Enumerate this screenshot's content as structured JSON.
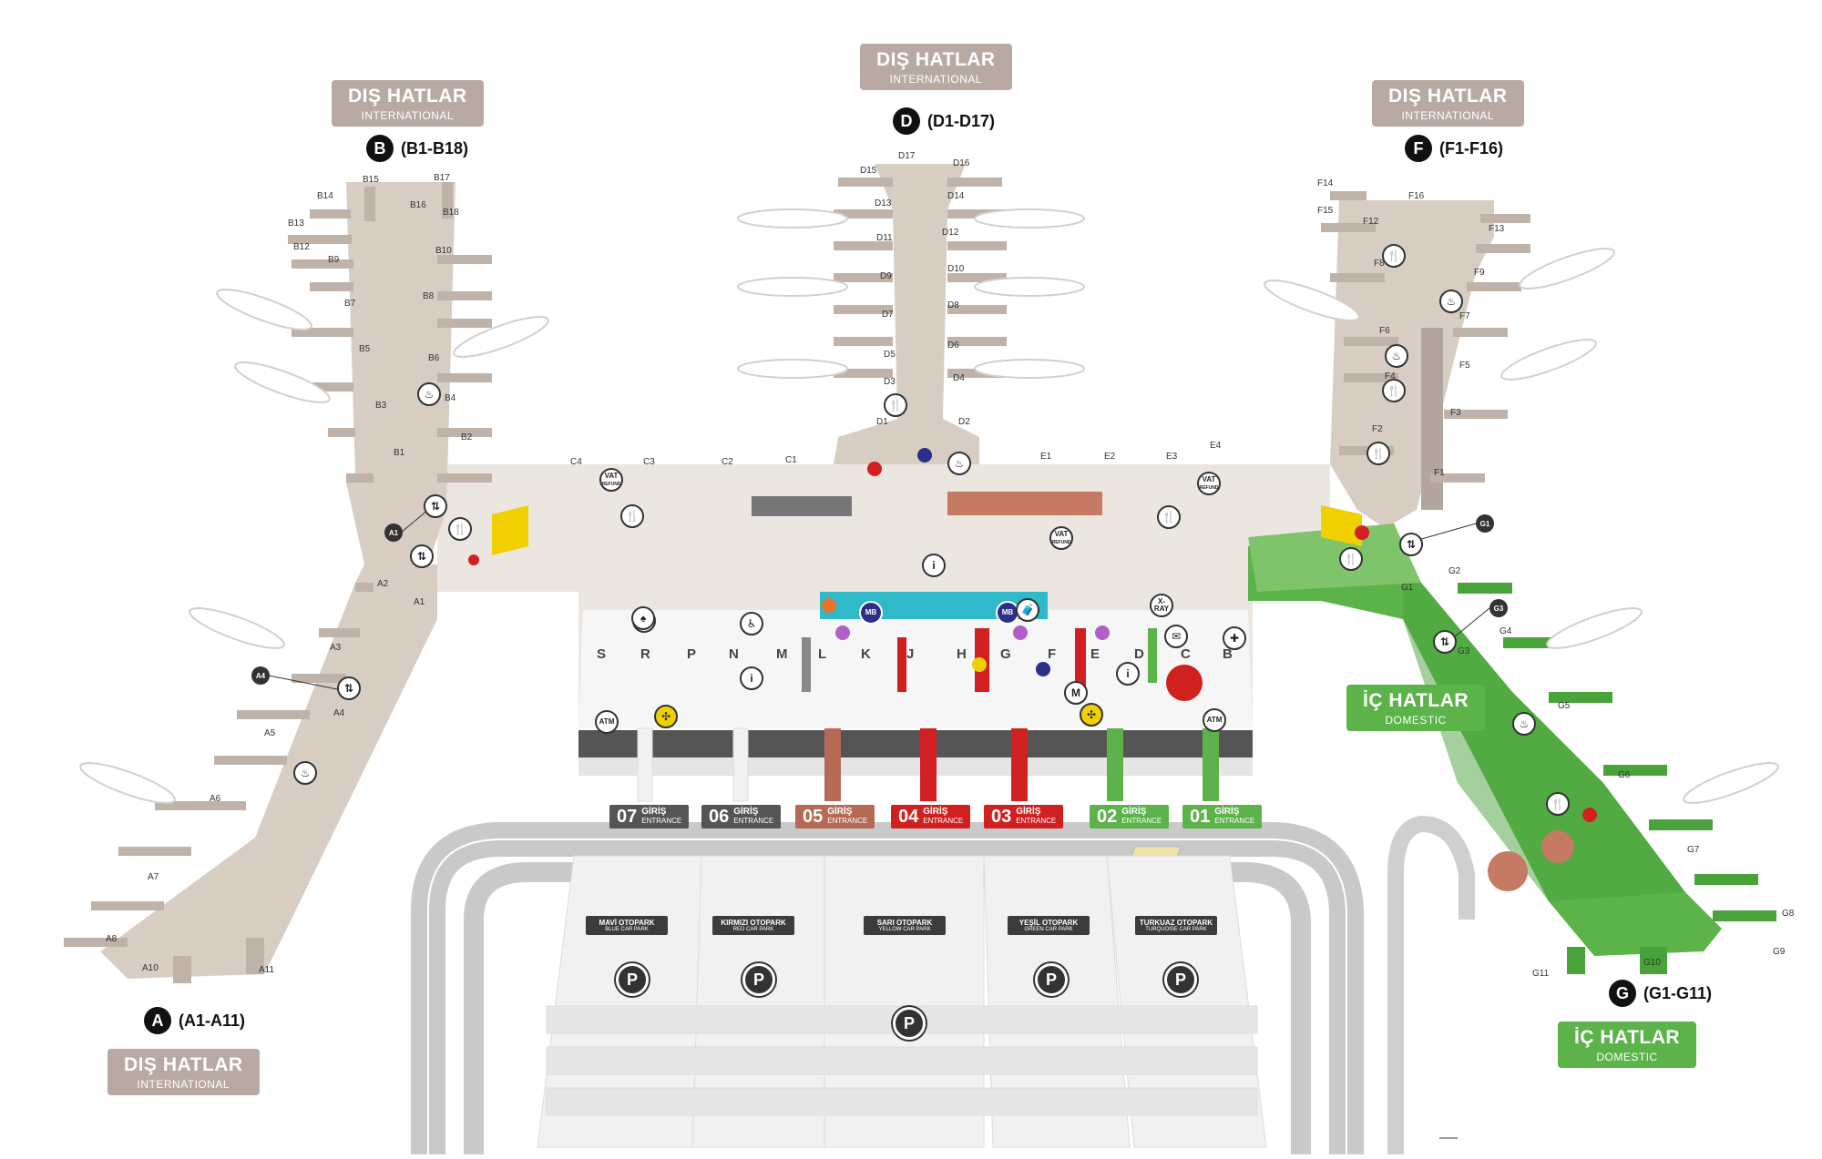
{
  "regions": {
    "intl_b": {
      "title": "DIŞ HATLAR",
      "subtitle": "INTERNATIONAL"
    },
    "intl_d": {
      "title": "DIŞ HATLAR",
      "subtitle": "INTERNATIONAL"
    },
    "intl_f": {
      "title": "DIŞ HATLAR",
      "subtitle": "INTERNATIONAL"
    },
    "intl_a": {
      "title": "DIŞ HATLAR",
      "subtitle": "INTERNATIONAL"
    },
    "dom_g": {
      "title": "İÇ HATLAR",
      "subtitle": "DOMESTIC"
    },
    "dom_mid": {
      "title": "İÇ HATLAR",
      "subtitle": "DOMESTIC"
    }
  },
  "piers": {
    "a": {
      "letter": "A",
      "range": "(A1-A11)"
    },
    "b": {
      "letter": "B",
      "range": "(B1-B18)"
    },
    "d": {
      "letter": "D",
      "range": "(D1-D17)"
    },
    "f": {
      "letter": "F",
      "range": "(F1-F16)"
    },
    "g": {
      "letter": "G",
      "range": "(G1-G11)"
    }
  },
  "gates": {
    "b": [
      "B15",
      "B17",
      "B14",
      "B16",
      "B18",
      "B13",
      "B12",
      "B10",
      "B9",
      "B8",
      "B7",
      "B6",
      "B5",
      "B4",
      "B3",
      "B2",
      "B1"
    ],
    "d": [
      "D17",
      "D15",
      "D16",
      "D13",
      "D14",
      "D11",
      "D12",
      "D9",
      "D10",
      "D7",
      "D8",
      "D5",
      "D6",
      "D3",
      "D4",
      "D1",
      "D2"
    ],
    "f": [
      "F14",
      "F16",
      "F15",
      "F12",
      "F13",
      "F8",
      "F9",
      "F7",
      "F6",
      "F5",
      "F4",
      "F3",
      "F2",
      "F1"
    ],
    "a": [
      "A1",
      "A2",
      "A3",
      "A4",
      "A5",
      "A6",
      "A7",
      "A8",
      "A10",
      "A11"
    ],
    "g": [
      "G1",
      "G2",
      "G3",
      "G4",
      "G5",
      "G6",
      "G7",
      "G8",
      "G9",
      "G10",
      "G11"
    ],
    "c": [
      "C4",
      "C3",
      "C2",
      "C1"
    ],
    "e": [
      "E1",
      "E2",
      "E3",
      "E4"
    ]
  },
  "gate_markers": {
    "a1": "A1",
    "a4": "A4",
    "g1": "G1",
    "g3": "G3"
  },
  "counters": [
    "S",
    "R",
    "P",
    "N",
    "M",
    "L",
    "K",
    "J",
    "H",
    "G",
    "F",
    "E",
    "D",
    "C",
    "B"
  ],
  "entrances": [
    {
      "num": "07",
      "giris": "GİRİŞ",
      "entrance": "ENTRANCE",
      "color": "#555555"
    },
    {
      "num": "06",
      "giris": "GİRİŞ",
      "entrance": "ENTRANCE",
      "color": "#555555"
    },
    {
      "num": "05",
      "giris": "GİRİŞ",
      "entrance": "ENTRANCE",
      "color": "#b46a55"
    },
    {
      "num": "04",
      "giris": "GİRİŞ",
      "entrance": "ENTRANCE",
      "color": "#d12020"
    },
    {
      "num": "03",
      "giris": "GİRİŞ",
      "entrance": "ENTRANCE",
      "color": "#d12020"
    },
    {
      "num": "02",
      "giris": "GİRİŞ",
      "entrance": "ENTRANCE",
      "color": "#5bb34a"
    },
    {
      "num": "01",
      "giris": "GİRİŞ",
      "entrance": "ENTRANCE",
      "color": "#5bb34a"
    }
  ],
  "car_parks": [
    {
      "name": "MAVİ OTOPARK",
      "sub": "BLUE CAR PARK",
      "p": "P"
    },
    {
      "name": "KIRMIZI OTOPARK",
      "sub": "RED CAR PARK",
      "p": "P"
    },
    {
      "name": "SARI OTOPARK",
      "sub": "YELLOW CAR PARK",
      "p": "P"
    },
    {
      "name": "YEŞİL OTOPARK",
      "sub": "GREEN CAR PARK",
      "p": "P"
    },
    {
      "name": "TURKUAZ OTOPARK",
      "sub": "TURQUOISE CAR PARK",
      "p": "P"
    }
  ],
  "services": {
    "vat": "VAT",
    "vat_sub": "REFUND",
    "xray": "X-RAY",
    "atm": "ATM",
    "mb": "MB",
    "info": "i",
    "metro": "M"
  },
  "colors": {
    "international": "#d8cdc3",
    "domestic": "#5bb34a",
    "terminal": "#ece6e0",
    "road": "#c9c9c9",
    "accent_red": "#d12020",
    "teal": "#2fb9c9"
  }
}
